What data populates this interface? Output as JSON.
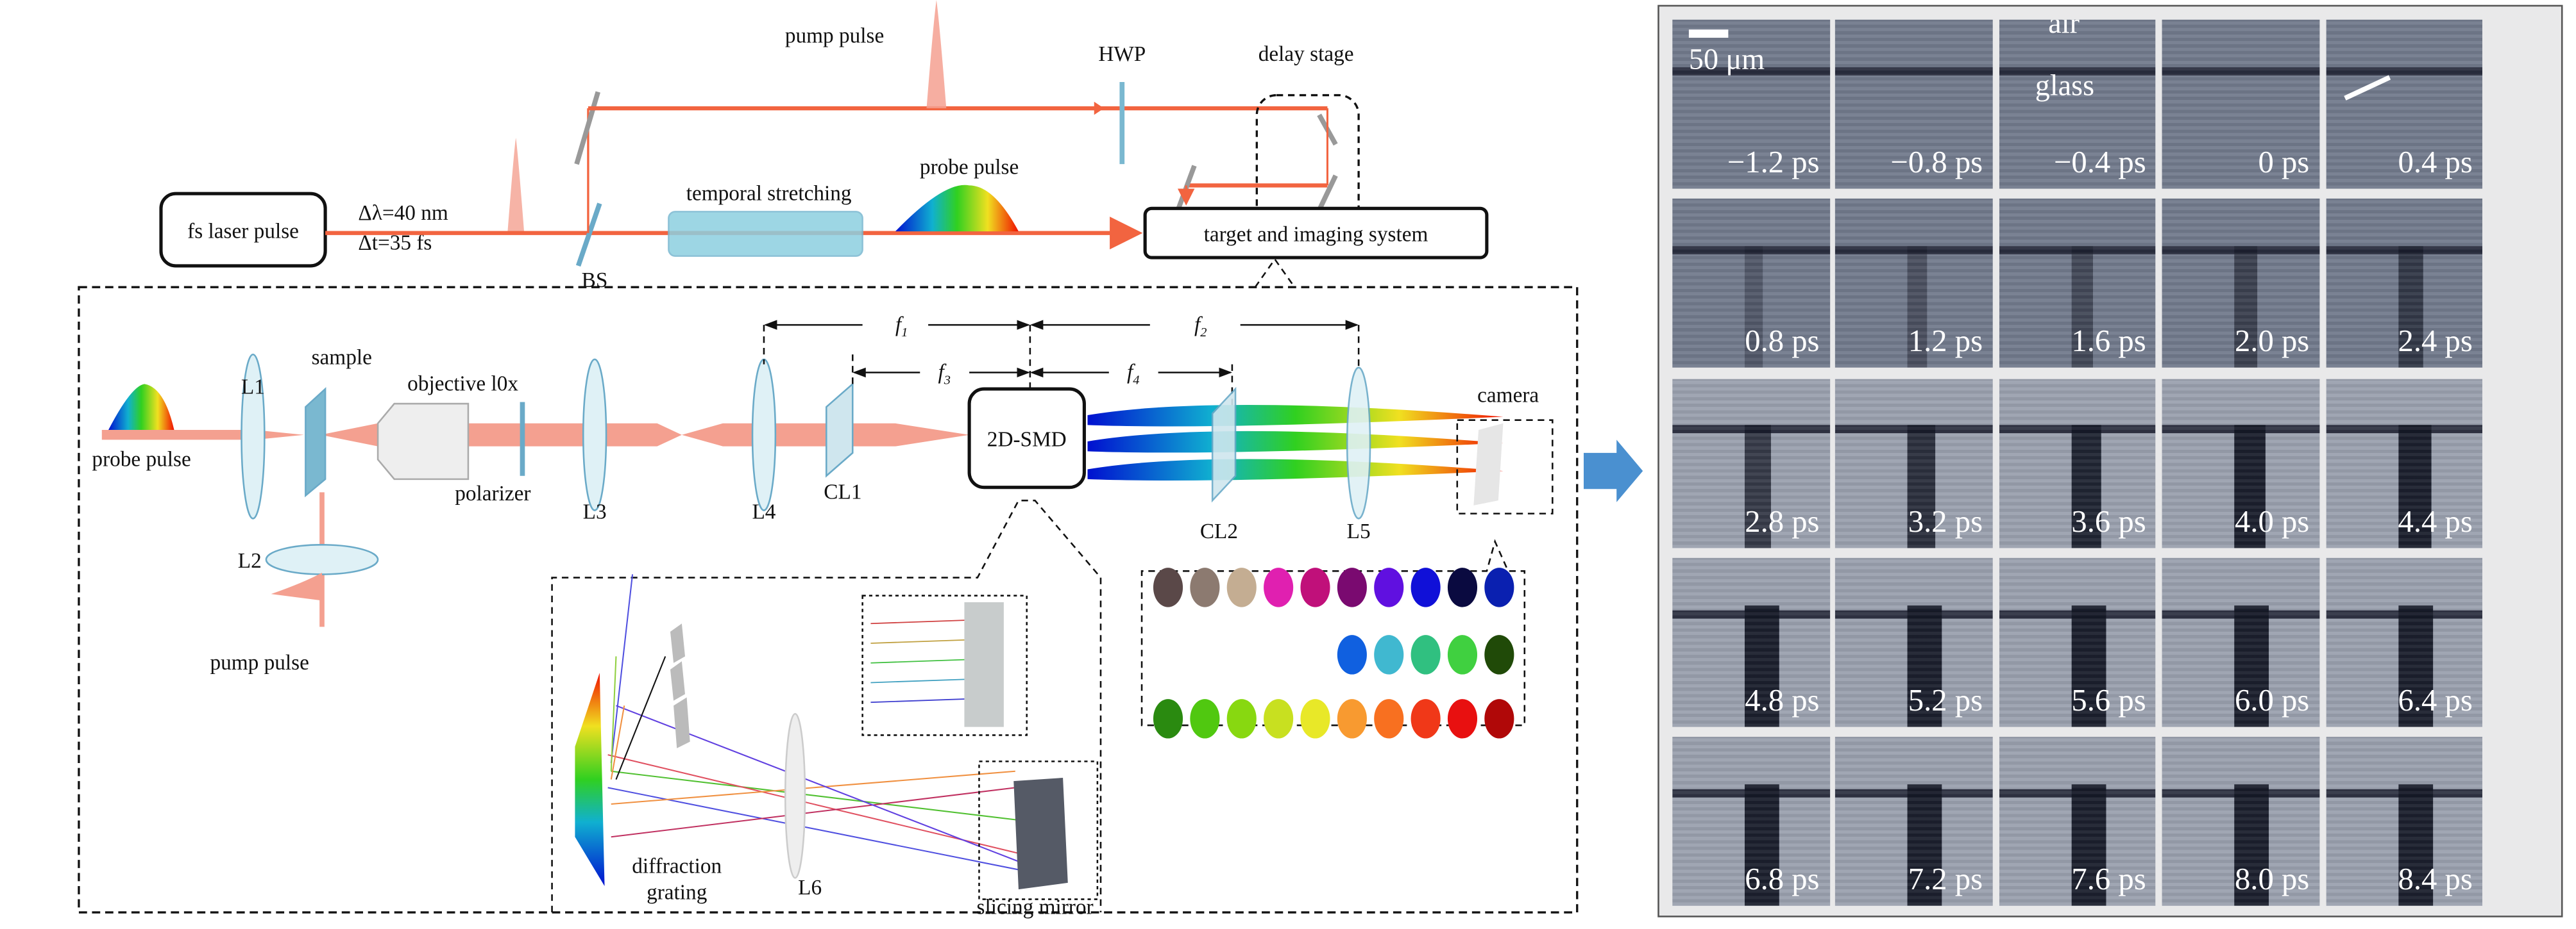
{
  "top": {
    "fs_laser": "fs laser pulse",
    "delta_lambda": "Δλ=40 nm",
    "delta_t": "Δt=35 fs",
    "pump_pulse": "pump pulse",
    "hwp": "HWP",
    "delay_stage": "delay stage",
    "bs": "BS",
    "temporal_stretching": "temporal stretching",
    "probe_pulse": "probe pulse",
    "target": "target and imaging system"
  },
  "setup": {
    "probe_pulse": "probe pulse",
    "l1": "L1",
    "sample": "sample",
    "objective": "objective l0x",
    "polarizer": "polarizer",
    "l3": "L3",
    "l4": "L4",
    "cl1": "CL1",
    "smd": "2D-SMD",
    "cl2": "CL2",
    "l5": "L5",
    "camera": "camera",
    "l2": "L2",
    "pump_pulse": "pump pulse",
    "f1": {
      "main": "f",
      "sub": "1"
    },
    "f2": {
      "main": "f",
      "sub": "2"
    },
    "f3": {
      "main": "f",
      "sub": "3"
    },
    "f4": {
      "main": "f",
      "sub": "4"
    }
  },
  "smd_detail": {
    "grating_line1": "diffraction",
    "grating_line2": "grating",
    "l6": "L6",
    "slicing_mirror": "slicing mirror"
  },
  "camera_dots": {
    "row1": [
      "#5a4848",
      "#8c7a70",
      "#c4ad92",
      "#e020b0",
      "#c0107a",
      "#7a0a70",
      "#6010e0",
      "#1010d8",
      "#0a0a40",
      "#0a20b0"
    ],
    "row2": [
      "#1060e0",
      "#40b8d0",
      "#30c080",
      "#40d040",
      "#204a08"
    ],
    "row3": [
      "#2a8a10",
      "#50c810",
      "#88d810",
      "#c8e020",
      "#e8e828",
      "#f89a30",
      "#f87020",
      "#f03818",
      "#e81010",
      "#b00808"
    ]
  },
  "images": {
    "scale_bar": "50 μm",
    "air": "air",
    "glass": "glass",
    "frames": [
      "−1.2 ps",
      "−0.8 ps",
      "−0.4 ps",
      "0 ps",
      "0.4 ps",
      "0.8 ps",
      "1.2 ps",
      "1.6 ps",
      "2.0 ps",
      "2.4 ps",
      "2.8 ps",
      "3.2 ps",
      "3.6 ps",
      "4.0 ps",
      "4.4 ps",
      "4.8 ps",
      "5.2 ps",
      "5.6 ps",
      "6.0 ps",
      "6.4 ps",
      "6.8 ps",
      "7.2 ps",
      "7.6 ps",
      "8.0 ps",
      "8.4 ps"
    ]
  },
  "colors": {
    "beam": "#f26440",
    "pump": "#f4a090",
    "optic": "#bfe3ee",
    "arrow": "#4a90d0"
  }
}
